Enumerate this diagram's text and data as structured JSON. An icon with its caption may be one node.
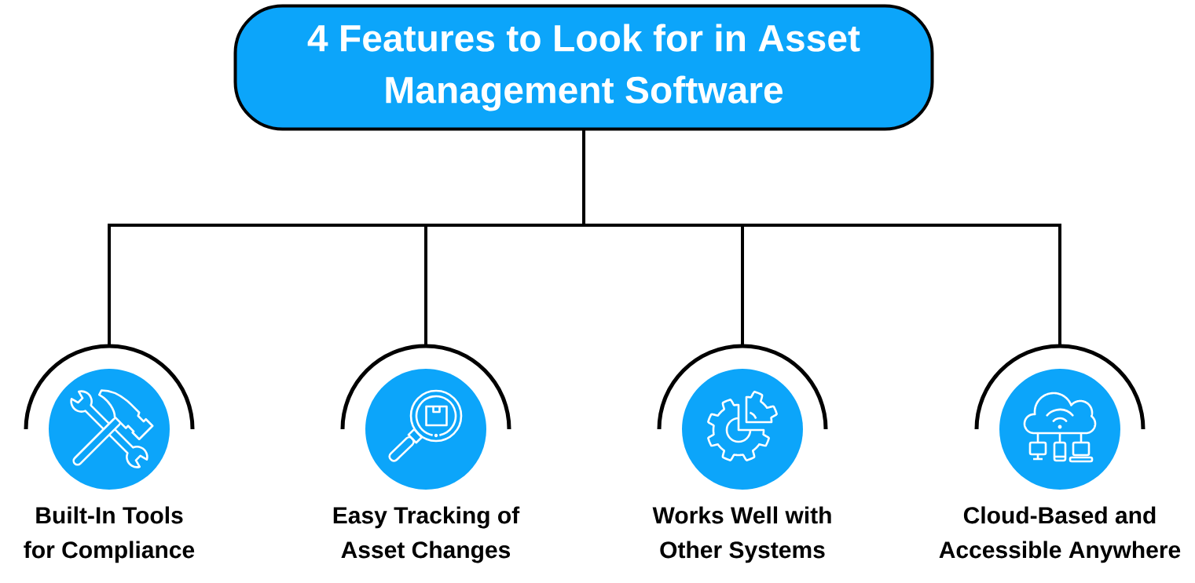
{
  "diagram": {
    "nodes": [
      {
        "text": [
          "4 Features to Look for in Asset Management Software"
        ]
      },
      {
        "text": [],
        "shape": "circle",
        "beside": [
          "Built-In Tools for Compliance"
        ]
      },
      {
        "text": [],
        "shape": "circle",
        "beside": [
          "Easy Tracking of Asset Changes"
        ]
      },
      {
        "text": [],
        "shape": "circle",
        "beside": [
          "Works Well with Other Systems"
        ]
      },
      {
        "text": [],
        "shape": "circle",
        "beside": [
          "Cloud-Based and Accessible Anywhere"
        ]
      }
    ],
    "edges": [
      {
        "from": 0,
        "to": 1,
        "arrow": "none"
      },
      {
        "from": 0,
        "to": 2,
        "arrow": "none"
      },
      {
        "from": 0,
        "to": 3,
        "arrow": "none"
      },
      {
        "from": 0,
        "to": 4,
        "arrow": "none"
      }
    ]
  }
}
